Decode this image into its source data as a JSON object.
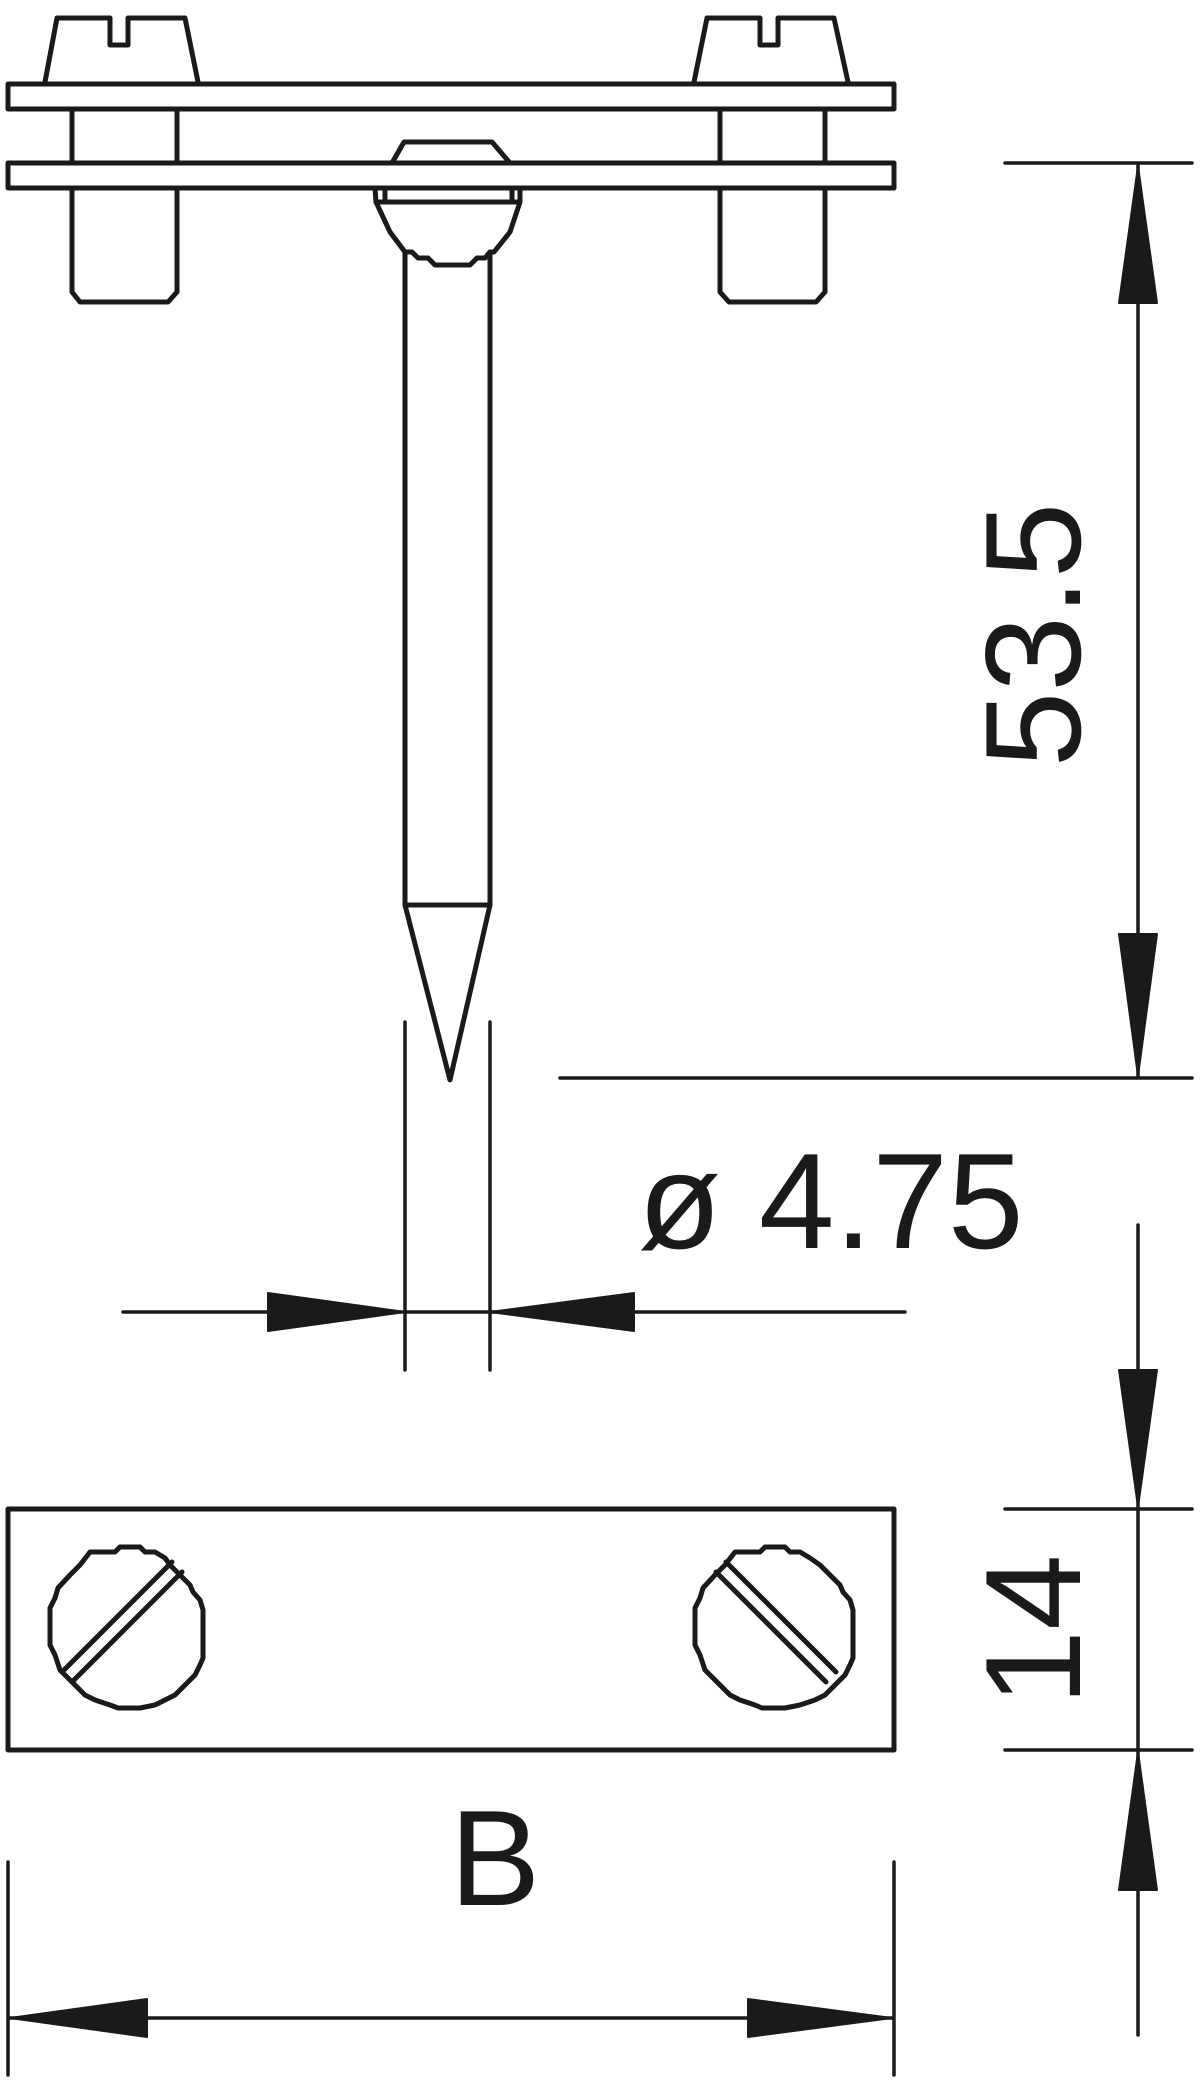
{
  "dimensions": {
    "height": "53.5",
    "diameter": "ø 4.75",
    "clamp_height": "14",
    "width": "B"
  },
  "colors": {
    "line": "#1a1a1a",
    "background": "#ffffff"
  }
}
